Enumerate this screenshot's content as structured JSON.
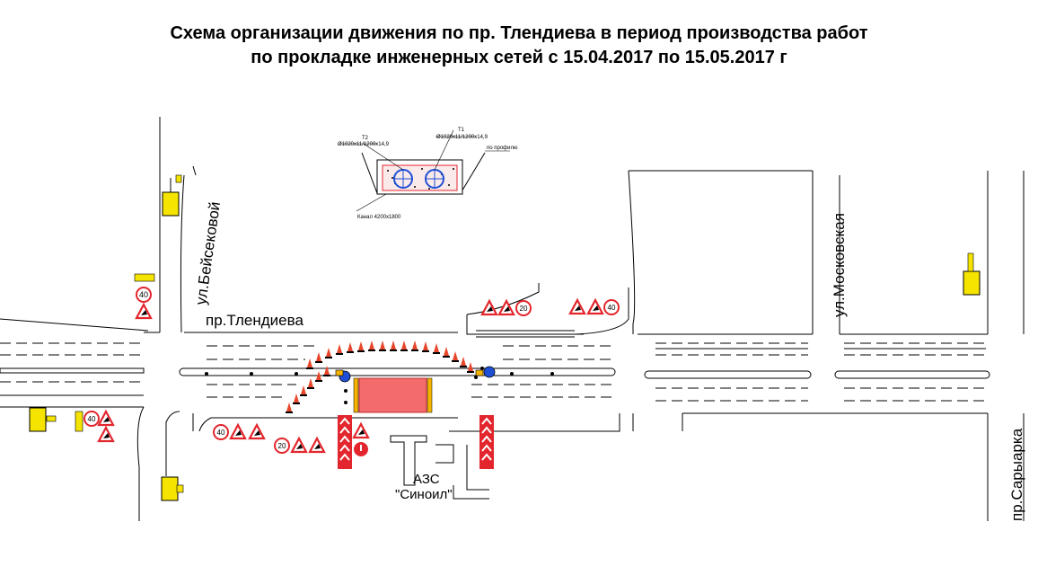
{
  "title": {
    "line1": "Схема организации движения по пр. Тлендиева в период производства работ",
    "line2": "по прокладке инженерных сетей с 15.04.2017  по 15.05.2017  г"
  },
  "streets": {
    "beisekova": "ул.Бейсековой",
    "tlendieva": "пр.Тлендиева",
    "moskovskaya": "ул.Московская",
    "saryarka": "пр.Сарыарка"
  },
  "station": {
    "line1": "АЗС",
    "line2": "\"Синоил\""
  },
  "section": {
    "label_left_top": "Т2",
    "label_left_spec": "Ø1020х11/1200х14,9",
    "label_right_top": "Т1",
    "label_right_spec": "Ø1020х11/1200х14,9",
    "label_profile": "по профилю",
    "label_bottom": "Канал 4200х1800"
  },
  "signs": {
    "speed_40": "40",
    "speed_20": "20"
  },
  "colors": {
    "work_zone": "#f36b6b",
    "sign_red": "#e3262d",
    "sign_blue": "#1f4fd6",
    "cone": "#e8462a",
    "traffic_light": "#f5e400"
  }
}
